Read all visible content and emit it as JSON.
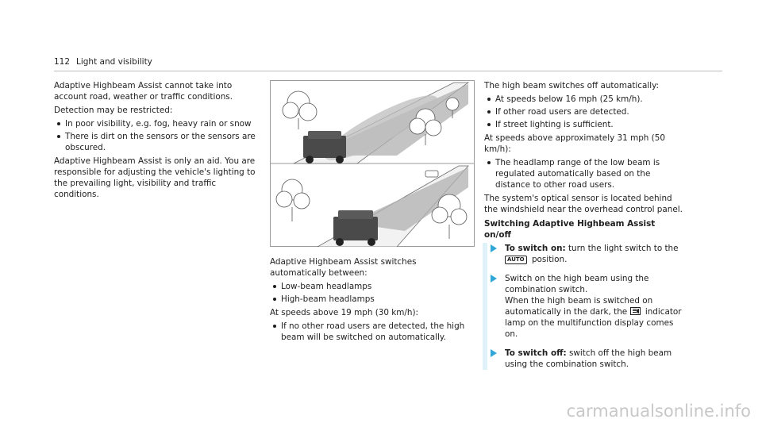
{
  "header": {
    "page_number": "112",
    "section": "Light and visibility"
  },
  "col1": {
    "p1": "Adaptive Highbeam Assist cannot take into account road, weather or traffic conditions.",
    "p2": "Detection may be restricted:",
    "bullets": [
      "In poor visibility, e.g. fog, heavy rain or snow",
      "There is dirt on the sensors or the sensors are obscured."
    ],
    "p3": "Adaptive Highbeam Assist is only an aid. You are responsible for adjusting the vehicle's lighting to the prevailing light, visibility and traffic conditions."
  },
  "col2": {
    "p1": "Adaptive Highbeam Assist switches automatically between:",
    "bullets": [
      "Low-beam headlamps",
      "High-beam headlamps"
    ],
    "p2": "At speeds above 19 mph (30 km/h):",
    "bullets2": [
      "If no other road users are detected, the high beam will be switched on automatically."
    ]
  },
  "col3": {
    "p1": "The high beam switches off automatically:",
    "bullets": [
      "At speeds below 16 mph (25 km/h).",
      "If other road users are detected.",
      "If street lighting is sufficient."
    ],
    "p2": "At speeds above approximately 31 mph (50 km/h):",
    "bullets2": [
      "The headlamp range of the low beam is regulated automatically based on the distance to other road users."
    ],
    "p3": "The system's optical sensor is located behind the windshield near the overhead control panel.",
    "subhead": "Switching Adaptive Highbeam Assist on/off",
    "step1_bold": "To switch on:",
    "step1_text": "turn the light switch to the",
    "step1_icon": "AUTO",
    "step1_end": "position.",
    "step2_text": "Switch on the high beam using the combination switch.",
    "step2_text2": "When the high beam is switched on automatically in the dark, the",
    "step2_end": "indicator lamp on the multifunction display comes on.",
    "step3_bold": "To switch off:",
    "step3_text": "switch off the high beam using the combination switch."
  },
  "watermark": "carmanualsonline.info",
  "colors": {
    "accent": "#31a7d8",
    "accent_light": "#dff2fa",
    "text": "#1e1e1e"
  }
}
